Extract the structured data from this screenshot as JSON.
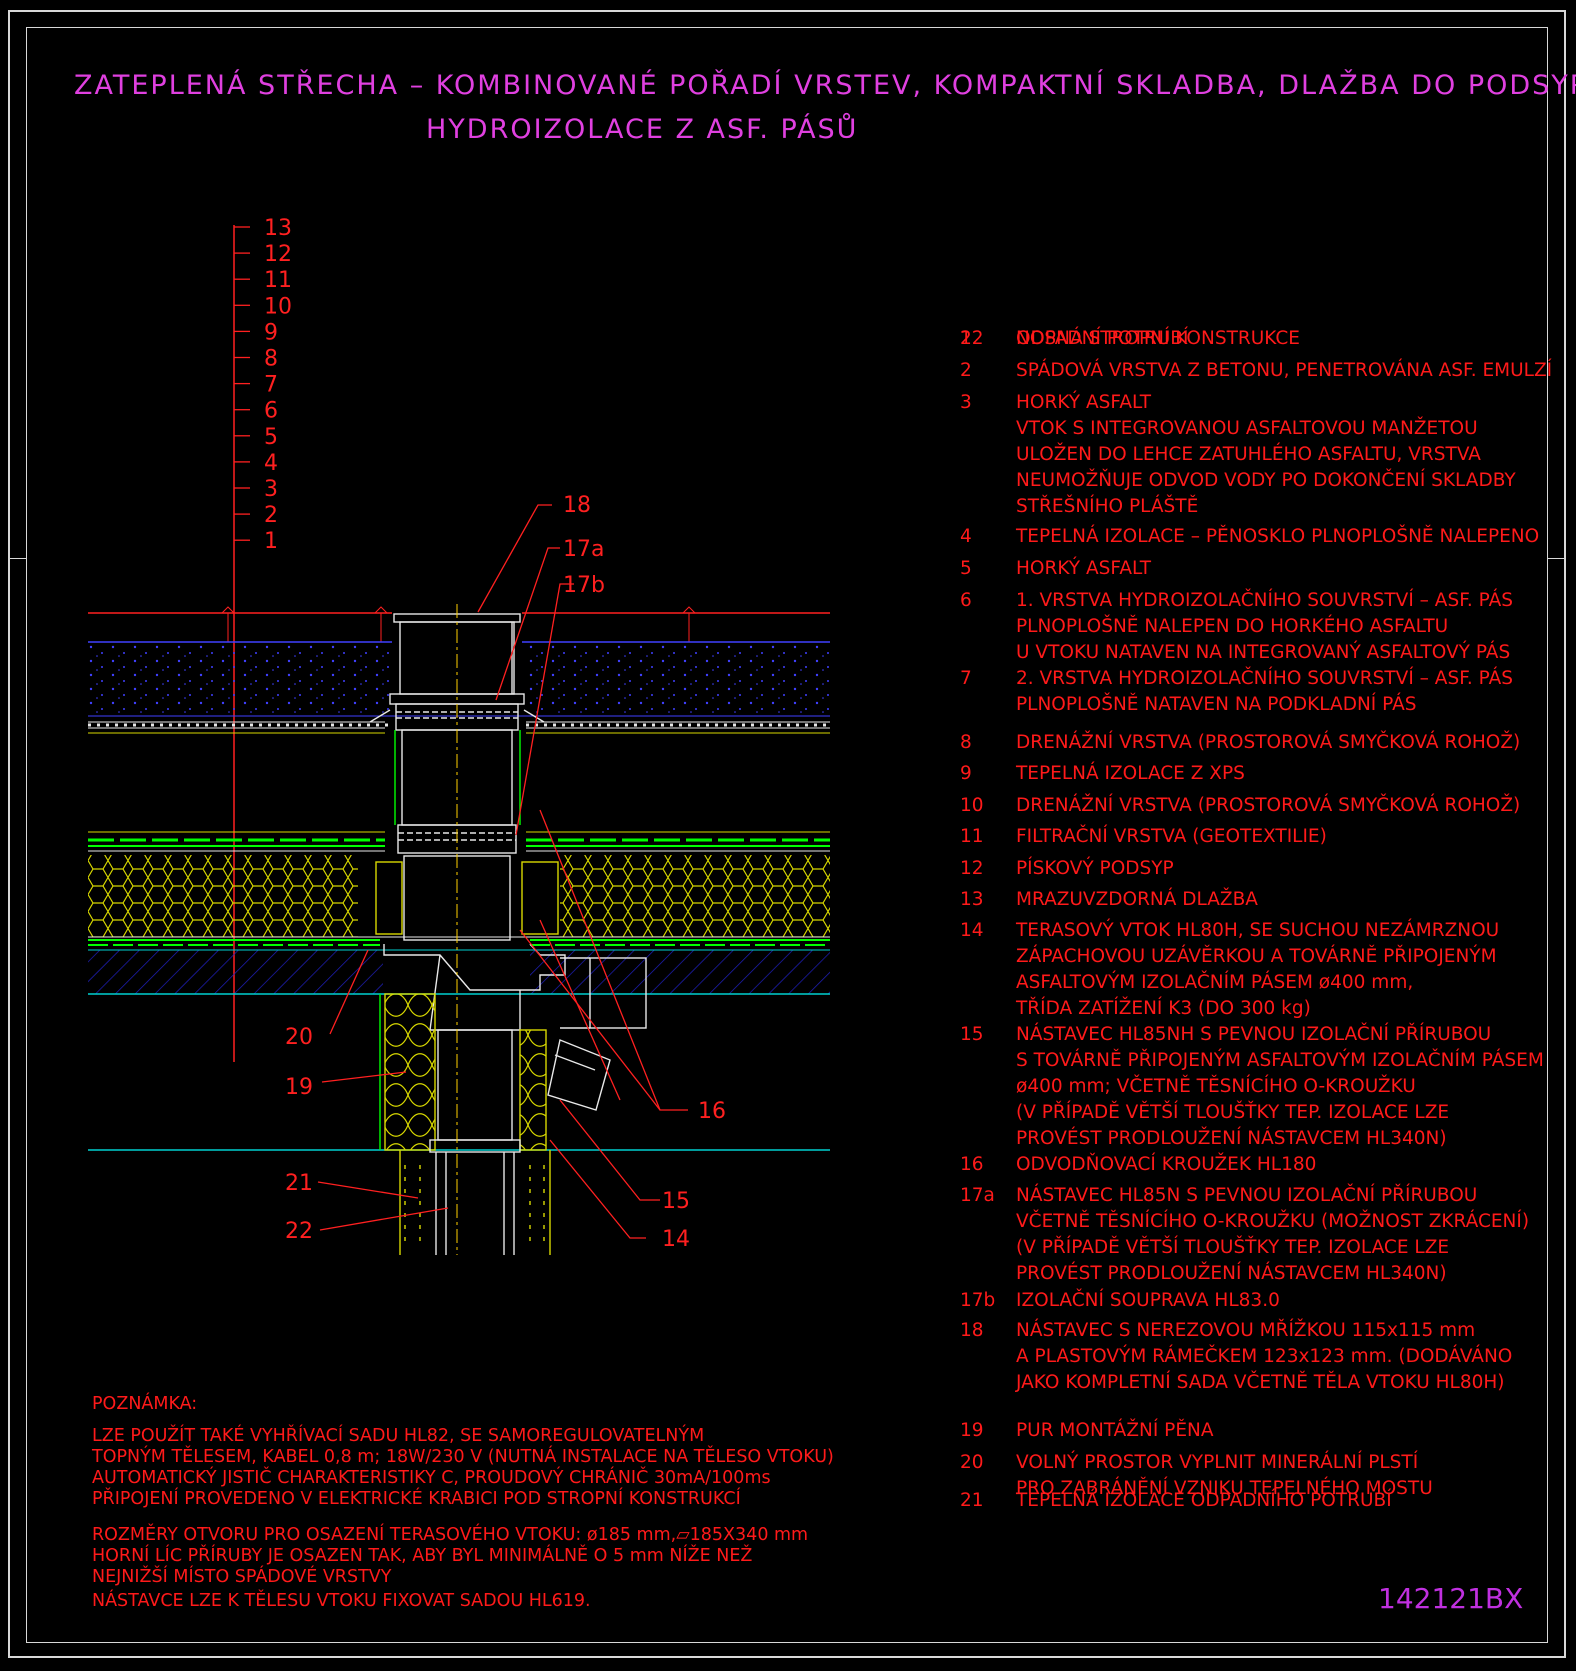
{
  "title": {
    "line1": "ZATEPLENÁ STŘECHA – KOMBINOVANÉ POŘADÍ VRSTEV, KOMPAKTNÍ SKLADBA, DLAŽBA DO PODSYPU",
    "line2": "HYDROIZOLACE Z ASF. PÁSŮ"
  },
  "layer_scale": [
    "13",
    "12",
    "11",
    "10",
    "9",
    "8",
    "7",
    "6",
    "5",
    "4",
    "3",
    "2",
    "1"
  ],
  "callouts": {
    "c18": "18",
    "c17a": "17a",
    "c17b": "17b",
    "c16": "16",
    "c15": "15",
    "c14": "14",
    "c20": "20",
    "c19": "19",
    "c21": "21",
    "c22": "22"
  },
  "legend": [
    {
      "num": "1",
      "text": "NOSNÁ STROPNÍ KONSTRUKCE"
    },
    {
      "num": "2",
      "text": "SPÁDOVÁ VRSTVA Z BETONU, PENETROVÁNA ASF. EMULZÍ"
    },
    {
      "num": "3",
      "text": "HORKÝ ASFALT\nVTOK S INTEGROVANOU ASFALTOVOU MANŽETOU\nULOŽEN DO LEHCE ZATUHLÉHO ASFALTU, VRSTVA\nNEUMOŽŇUJE ODVOD VODY PO DOKONČENÍ SKLADBY\nSTŘEŠNÍHO PLÁŠTĚ"
    },
    {
      "num": "4",
      "text": "TEPELNÁ IZOLACE – PĚNOSKLO PLNOPLOŠNĚ NALEPENO"
    },
    {
      "num": "5",
      "text": "HORKÝ ASFALT"
    },
    {
      "num": "6",
      "text": "1. VRSTVA HYDROIZOLAČNÍHO SOUVRSTVÍ – ASF. PÁS\nPLNOPLOŠNĚ NALEPEN DO HORKÉHO ASFALTU\nU VTOKU NATAVEN NA INTEGROVANÝ ASFALTOVÝ PÁS"
    },
    {
      "num": "7",
      "text": "2. VRSTVA HYDROIZOLAČNÍHO SOUVRSTVÍ – ASF. PÁS\nPLNOPLOŠNĚ NATAVEN NA PODKLADNÍ PÁS"
    },
    {
      "num": "8",
      "text": "DRENÁŽNÍ VRSTVA (PROSTOROVÁ SMYČKOVÁ ROHOŽ)"
    },
    {
      "num": "9",
      "text": "TEPELNÁ IZOLACE Z XPS"
    },
    {
      "num": "10",
      "text": "DRENÁŽNÍ VRSTVA (PROSTOROVÁ SMYČKOVÁ ROHOŽ)"
    },
    {
      "num": "11",
      "text": "FILTRAČNÍ VRSTVA (GEOTEXTILIE)"
    },
    {
      "num": "12",
      "text": "PÍSKOVÝ PODSYP"
    },
    {
      "num": "13",
      "text": "MRAZUVZDORNÁ DLAŽBA"
    },
    {
      "num": "14",
      "text": "TERASOVÝ VTOK HL80H, SE SUCHOU NEZÁMRZNOU\nZÁPACHOVOU UZÁVĚRKOU A TOVÁRNĚ PŘIPOJENÝM\nASFALTOVÝM IZOLAČNÍM PÁSEM ø400 mm,\nTŘÍDA ZATÍŽENÍ K3 (DO 300 kg)"
    },
    {
      "num": "15",
      "text": "NÁSTAVEC HL85NH S PEVNOU IZOLAČNÍ PŘÍRUBOU\nS TOVÁRNĚ PŘIPOJENÝM ASFALTOVÝM IZOLAČNÍM PÁSEM\nø400 mm; VČETNĚ TĚSNÍCÍHO O-KROUŽKU\n(V PŘÍPADĚ VĚTŠÍ TLOUŠŤKY TEP. IZOLACE LZE\nPROVÉST PRODLOUŽENÍ NÁSTAVCEM HL340N)"
    },
    {
      "num": "16",
      "text": "ODVODŇOVACÍ KROUŽEK HL180"
    },
    {
      "num": "17a",
      "text": "NÁSTAVEC HL85N S PEVNOU IZOLAČNÍ PŘÍRUBOU\nVČETNĚ TĚSNÍCÍHO O-KROUŽKU (MOŽNOST ZKRÁCENÍ)\n(V PŘÍPADĚ VĚTŠÍ TLOUŠŤKY TEP. IZOLACE LZE\nPROVÉST PRODLOUŽENÍ NÁSTAVCEM HL340N)"
    },
    {
      "num": "17b",
      "text": "IZOLAČNÍ SOUPRAVA HL83.0"
    },
    {
      "num": "18",
      "text": "NÁSTAVEC S NEREZOVOU MŘÍŽKOU 115x115 mm\nA PLASTOVÝM RÁMEČKEM 123x123 mm. (DODÁVÁNO\nJAKO KOMPLETNÍ SADA VČETNĚ TĚLA VTOKU HL80H)"
    },
    {
      "num": "19",
      "text": "PUR MONTÁŽNÍ PĚNA"
    },
    {
      "num": "20",
      "text": "VOLNÝ PROSTOR VYPLNIT MINERÁLNÍ PLSTÍ\nPRO ZABRÁNĚNÍ VZNIKU TEPELNÉHO MOSTU"
    },
    {
      "num": "21",
      "text": "TEPELNÁ IZOLACE ODPADNÍHO POTRUBÍ"
    },
    {
      "num": "22",
      "text": "ODPADNÍ POTRUBÍ"
    }
  ],
  "note": {
    "heading": "POZNÁMKA:",
    "para1": "LZE POUŽÍT TAKÉ VYHŘÍVACÍ SADU HL82, SE SAMOREGULOVATELNÝM\nTOPNÝM TĚLESEM, KABEL 0,8 m; 18W/230 V (NUTNÁ INSTALACE NA TĚLESO VTOKU)\nAUTOMATICKÝ JISTIČ CHARAKTERISTIKY C, PROUDOVÝ CHRÁNIČ 30mA/100ms\nPŘIPOJENÍ PROVEDENO V ELEKTRICKÉ KRABICI POD STROPNÍ KONSTRUKCÍ",
    "para2": "ROZMĚRY OTVORU PRO OSAZENÍ TERASOVÉHO VTOKU: ø185 mm,▱185X340 mm\nHORNÍ LÍC PŘÍRUBY JE OSAZEN TAK, ABY BYL MINIMÁLNĚ O 5 mm NÍŽE NEŽ\nNEJNIŽŠÍ MÍSTO SPÁDOVÉ VRSTVY",
    "para3": "NÁSTAVCE LZE K TĚLESU VTOKU FIXOVAT SADOU HL619."
  },
  "drawing_code": "142121BX",
  "colors": {
    "title": "#e040e0",
    "legend_text": "#ff1a1a",
    "frame": "#d8d8d8",
    "xps_insulation": "#d8d800",
    "drainage_mat": "#00ff00",
    "paving_dots": "#4040ff",
    "concrete_hatch": "#2020c0",
    "pipe_lines": "#e8e8e8",
    "axis": "#ffd000"
  }
}
